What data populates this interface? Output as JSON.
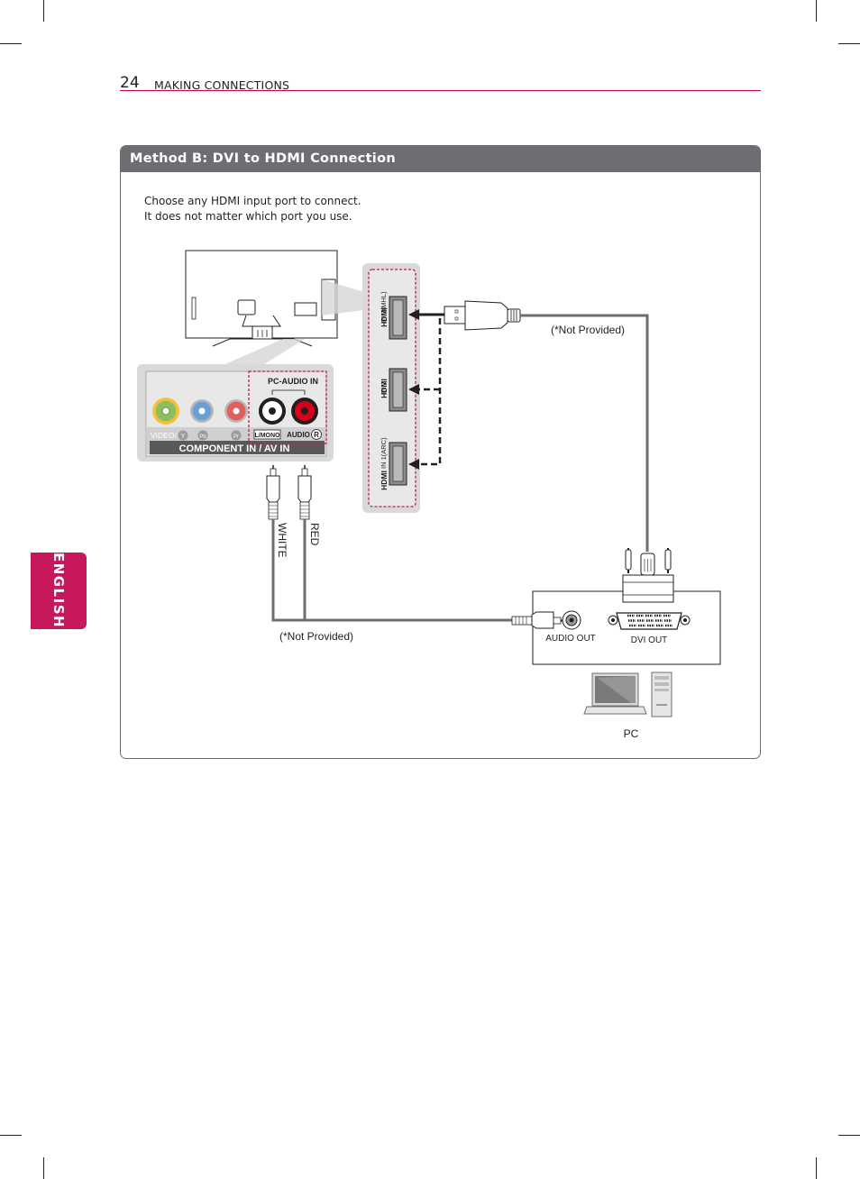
{
  "header": {
    "page_number": "24",
    "section_title": "MAKING CONNECTIONS"
  },
  "language_tab": "ENGLISH",
  "method": {
    "title": "Method B: DVI to HDMI Connection",
    "instructions": [
      "Choose any HDMI input port to connect.",
      "It does not matter which port you use."
    ]
  },
  "tv_panel": {
    "pc_audio_label": "PC-AUDIO IN",
    "video_label": "VIDEO/",
    "y_label": "Y",
    "pb_label": "Pb",
    "pr_label": "Pr",
    "lmono_label": "L/MONO",
    "audio_label": "AUDIO",
    "r_label": "R",
    "component_label": "COMPONENT IN / AV IN"
  },
  "hdmi_ports": [
    {
      "label": "IN 3(MHL)"
    },
    {
      "label": "IN 2"
    },
    {
      "label": "IN 1(ARC)"
    }
  ],
  "hdmi_logo": "HDMI",
  "cables": {
    "white_label": "WHITE",
    "red_label": "RED",
    "hdmi_note": "(*Not Provided)",
    "audio_note": "(*Not Provided)"
  },
  "pc_panel": {
    "audio_out_label": "AUDIO OUT",
    "dvi_out_label": "DVI OUT",
    "pc_label": "PC"
  },
  "colors": {
    "accent": "#c7004f",
    "header_bar": "#6d6e71",
    "dashed_highlight": "#c7185e",
    "video_jack": "#8dc05a",
    "blue_jack": "#6d9fd3",
    "red_jack": "#d9001b"
  }
}
